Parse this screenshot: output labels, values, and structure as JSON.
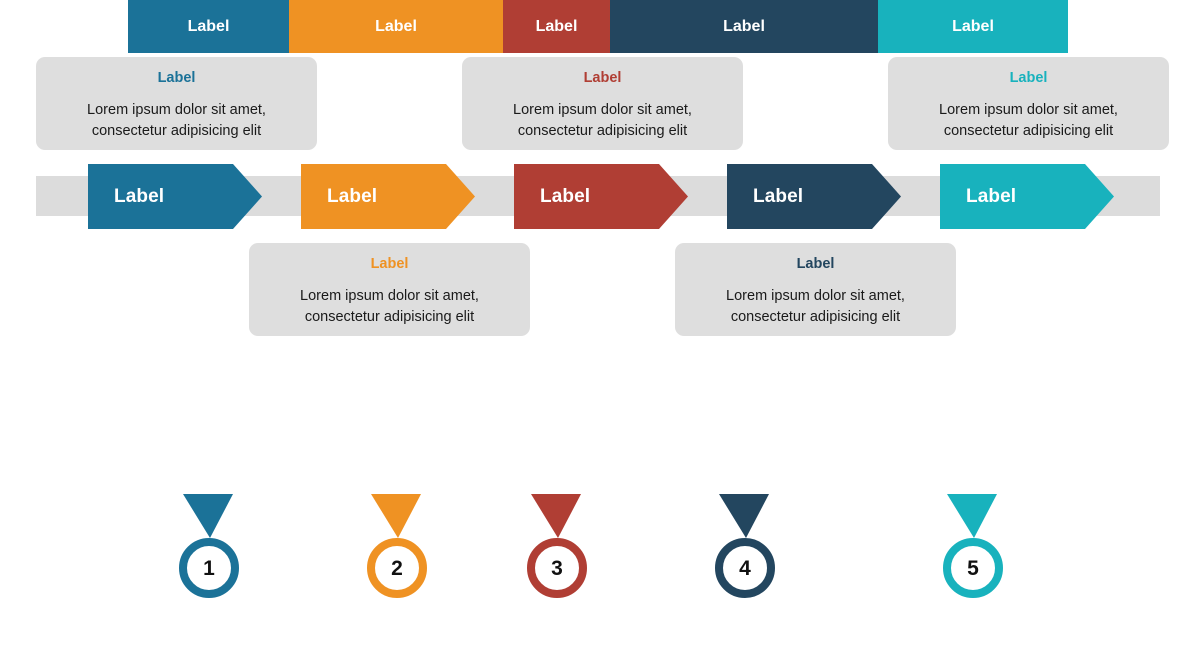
{
  "palette": {
    "blue": "#1b7298",
    "orange": "#ef9223",
    "red": "#b03e34",
    "navy": "#23465f",
    "teal": "#18b2bd",
    "band_gray": "#dcdcdc",
    "card_gray": "#dedede",
    "text_white": "#ffffff",
    "text_dark": "#1a1a1a",
    "background": "#ffffff"
  },
  "process": {
    "steps": [
      {
        "label": "Label",
        "color_key": "blue",
        "color": "#1b7298"
      },
      {
        "label": "Label",
        "color_key": "orange",
        "color": "#ef9223"
      },
      {
        "label": "Label",
        "color_key": "red",
        "color": "#b03e34"
      },
      {
        "label": "Label",
        "color_key": "navy",
        "color": "#23465f"
      },
      {
        "label": "Label",
        "color_key": "teal",
        "color": "#18b2bd"
      }
    ]
  },
  "callouts": {
    "above": [
      {
        "label": "Label",
        "color": "#1b7298",
        "body": "Lorem ipsum dolor sit amet, consectetur adipisicing elit",
        "step": 1
      },
      {
        "label": "Label",
        "color": "#b03e34",
        "body": "Lorem ipsum dolor sit amet, consectetur adipisicing elit",
        "step": 3
      },
      {
        "label": "Label",
        "color": "#18b2bd",
        "body": "Lorem ipsum dolor sit amet, consectetur adipisicing elit",
        "step": 5
      }
    ],
    "below": [
      {
        "label": "Label",
        "color": "#ef9223",
        "body": "Lorem ipsum dolor sit amet, consectetur adipisicing elit",
        "step": 2
      },
      {
        "label": "Label",
        "color": "#23465f",
        "body": "Lorem ipsum dolor sit amet, consectetur adipisicing elit",
        "step": 4
      }
    ]
  },
  "timeline": {
    "segments": [
      {
        "label": "Label",
        "number": "1",
        "color": "#1b7298"
      },
      {
        "label": "Label",
        "number": "2",
        "color": "#ef9223"
      },
      {
        "label": "Label",
        "number": "3",
        "color": "#b03e34"
      },
      {
        "label": "Label",
        "number": "4",
        "color": "#23465f"
      },
      {
        "label": "Label",
        "number": "5",
        "color": "#18b2bd"
      }
    ]
  }
}
